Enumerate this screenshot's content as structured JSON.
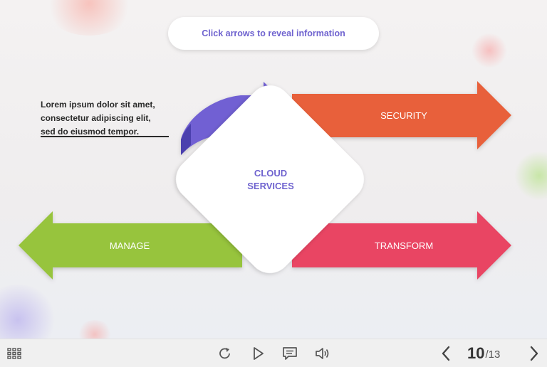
{
  "slide": {
    "instruction": "Click arrows to reveal information",
    "lorem_lines": [
      "Lorem ipsum dolor sit amet,",
      "consectetur adipiscing elit,",
      "sed do eiusmod tempor."
    ],
    "center_label_line1": "CLOUD",
    "center_label_line2": "SERVICES",
    "arrows": {
      "security": {
        "label": "SECURITY",
        "color": "#e8603a"
      },
      "manage": {
        "label": "MANAGE",
        "color": "#97c43d"
      },
      "transform": {
        "label": "TRANSFORM",
        "color": "#e94463"
      },
      "curved": {
        "color": "#7160d3"
      }
    }
  },
  "player": {
    "current_page": "10",
    "total_pages": "/13",
    "icons": [
      "grid-menu-icon",
      "replay-icon",
      "play-icon",
      "comment-icon",
      "volume-icon",
      "prev-arrow-icon",
      "next-arrow-icon"
    ]
  }
}
